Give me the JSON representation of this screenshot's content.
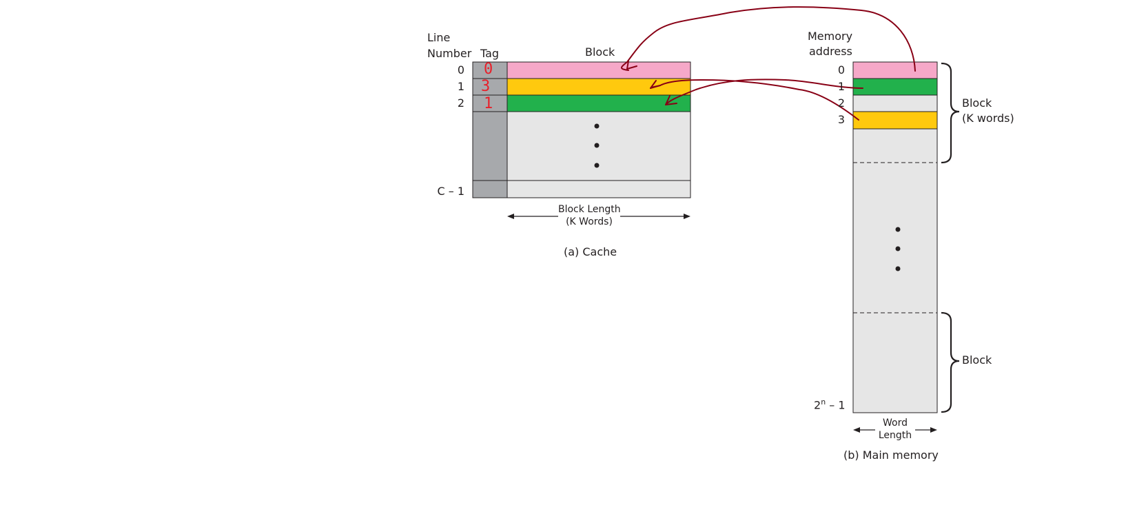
{
  "cache": {
    "line_number_header": [
      "Line",
      "Number"
    ],
    "tag_header": "Tag",
    "block_header": "Block",
    "line_labels": [
      "0",
      "1",
      "2",
      "C – 1"
    ],
    "tags": [
      "0",
      "3",
      "1"
    ],
    "block_length_label": [
      "Block Length",
      "(K Words)"
    ],
    "caption": "(a) Cache"
  },
  "memory": {
    "address_header": [
      "Memory",
      "address"
    ],
    "address_labels": [
      "0",
      "1",
      "2",
      "3"
    ],
    "last_address": {
      "base": "2",
      "exp": "n",
      "suffix": " – 1"
    },
    "block_brace_label_1": [
      "Block",
      "(K words)"
    ],
    "block_brace_label_2": "Block",
    "word_length_label": [
      "Word",
      "Length"
    ],
    "caption": "(b) Main memory"
  },
  "colors": {
    "pink": "#f6a8c8",
    "yellow": "#ffc90e",
    "green": "#22b14c",
    "tag_gray": "#a7a9ac",
    "cell_gray": "#e6e6e6",
    "arrow_red": "#880015",
    "tag_red": "#e8202a"
  }
}
